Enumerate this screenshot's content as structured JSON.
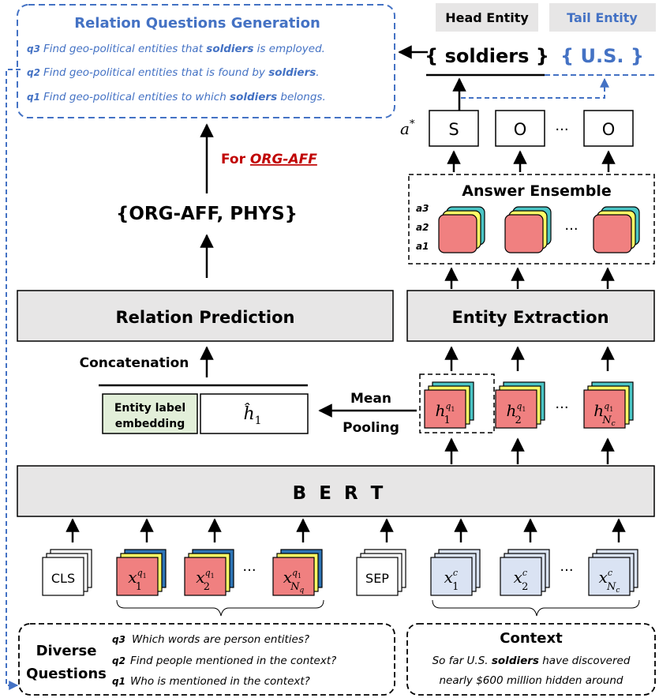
{
  "relation_questions": {
    "title": "Relation Questions Generation",
    "items": [
      {
        "tag": "q3",
        "pre": "Find geo-political entities that ",
        "entity": "soldiers",
        "post": " is employed."
      },
      {
        "tag": "q2",
        "pre": "Find geo-political entities that is found by ",
        "entity": "soldiers",
        "post": "."
      },
      {
        "tag": "q1",
        "pre": "Find geo-political entities to which ",
        "entity": "soldiers",
        "post": " belongs."
      }
    ]
  },
  "head_entity": {
    "label": "Head Entity",
    "value": "soldiers"
  },
  "tail_entity": {
    "label": "Tail Entity",
    "value": "U.S."
  },
  "answer_tags": {
    "star": "a*",
    "tokens": [
      "S",
      "O",
      "O"
    ],
    "ellipsis": "···"
  },
  "for_label": {
    "prefix": "For ",
    "relation": "ORG-AFF"
  },
  "relation_set": "{ORG-AFF, PHYS}",
  "answer_ensemble": {
    "title": "Answer Ensemble",
    "layers": [
      "a3",
      "a2",
      "a1"
    ],
    "ellipsis": "···"
  },
  "relation_prediction": "Relation Prediction",
  "entity_extraction": "Entity Extraction",
  "concatenation": "Concatenation",
  "entity_label_embedding": [
    "Entity label",
    "embedding"
  ],
  "h1_hat": "ĥ",
  "mean_pooling": [
    "Mean",
    "Pooling"
  ],
  "hidden": {
    "base": "h",
    "subs": [
      "1",
      "2",
      "N"
    ],
    "ellipsis": "···"
  },
  "bert": "B E R T",
  "inputs": {
    "cls": "CLS",
    "sep": "SEP",
    "base": "x",
    "ellipsis": "···"
  },
  "diverse_questions": {
    "label": [
      "Diverse",
      "Questions"
    ],
    "items": [
      {
        "tag": "q3",
        "text": "Which words are person entities?"
      },
      {
        "tag": "q2",
        "text": "Find people mentioned in the context?"
      },
      {
        "tag": "q1",
        "text": "Who is mentioned in the context?"
      }
    ]
  },
  "context": {
    "title": "Context",
    "line1_pre": "So far U.S. ",
    "line1_entity": "soldiers",
    "line1_post": " have discovered",
    "line2": "nearly $600 million hidden around"
  },
  "colors": {
    "blue": "#4472c4",
    "red": "#c00000",
    "gray": "#e7e6e6",
    "salmon": "#f08080",
    "yellow": "#ffff66",
    "teal": "#4bc5c5",
    "navy": "#2e75b6",
    "lightblue": "#dae3f3",
    "green": "#e2efd9"
  }
}
